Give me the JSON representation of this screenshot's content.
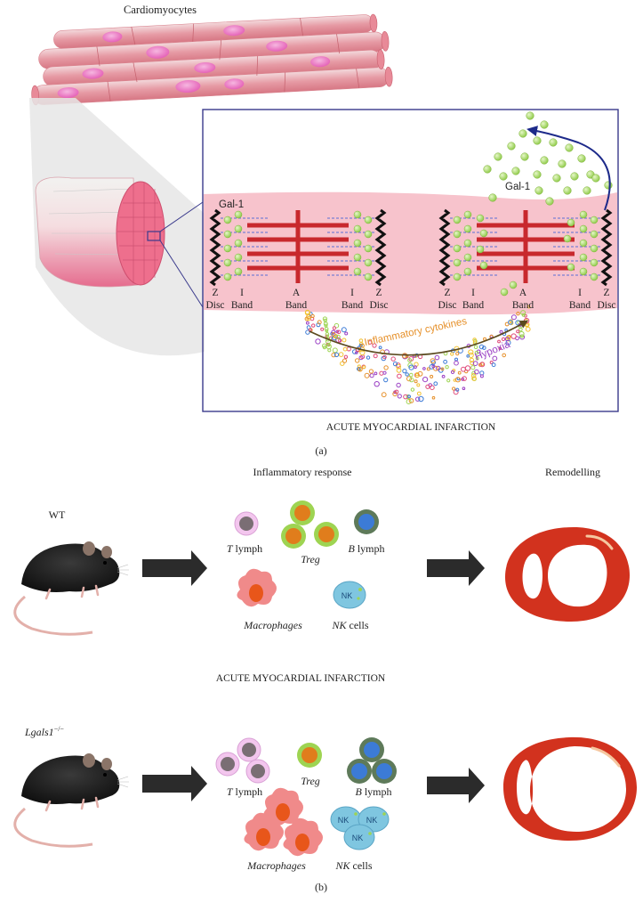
{
  "panel_a": {
    "cardiomyocytes": "Cardiomyocytes",
    "gal1_left": "Gal-1",
    "gal1_right": "Gal-1",
    "left_sarcomere": {
      "z1": "Z",
      "disc1": "Disc",
      "i1": "I",
      "band1": "Band",
      "a": "A",
      "band_a": "Band",
      "i2": "I",
      "band2": "Band",
      "z2": "Z",
      "disc2": "Disc"
    },
    "right_sarcomere": {
      "z1": "Z",
      "disc1": "Disc",
      "i1": "I",
      "band1": "Band",
      "a": "A",
      "band_a": "Band",
      "i2": "I",
      "band2": "Band",
      "z2": "Z",
      "disc2": "Disc"
    },
    "inflammatory_cytokines": "Inflammatory cytokines",
    "hypoxia": "Hypoxia",
    "caption": "ACUTE MYOCARDIAL INFARCTION",
    "label": "(a)"
  },
  "panel_b": {
    "header_inflammatory": "Inflammatory response",
    "header_remodelling": "Remodelling",
    "wt_label": "WT",
    "ko_label_main": "Lgals1",
    "ko_label_sup": "−/−",
    "middle_caption": "ACUTE MYOCARDIAL INFARCTION",
    "cells_top": {
      "t_italic": "T",
      "t_rest": " lymph",
      "treg": "Treg",
      "b_italic": "B",
      "b_rest": " lymph",
      "macrophages": "Macrophages",
      "nk_italic": "NK",
      "nk_rest": " cells"
    },
    "cells_bottom": {
      "t_italic": "T",
      "t_rest": " lymph",
      "treg": "Treg",
      "b_italic": "B",
      "b_rest": " lymph",
      "macrophages": "Macrophages",
      "nk_italic": "NK",
      "nk_rest": " cells",
      "nk_badge": "NK"
    },
    "label": "(b)"
  },
  "colors": {
    "frame": "#3a3a8c",
    "sarcomere_bg": "#f6c6cc",
    "actin": "#c8282d",
    "gal1": "#9ed452",
    "cytokine_orange": "#e6902a",
    "hypoxia_purple": "#9a3fc4",
    "heart_red": "#d2321e",
    "arrow_dark": "#2b2b2b"
  }
}
